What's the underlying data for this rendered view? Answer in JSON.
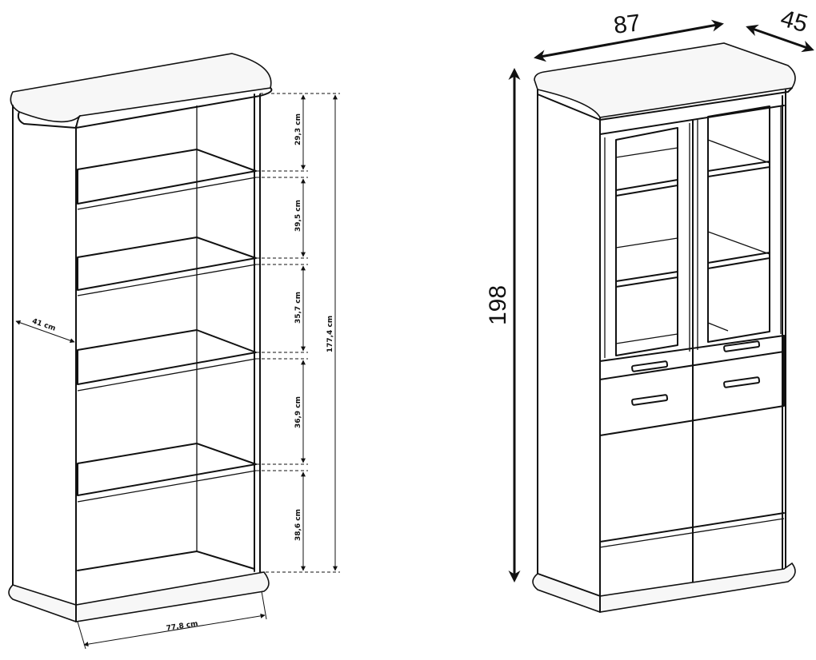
{
  "bookcase": {
    "shelf_gaps": [
      "29,3 cm",
      "39,5 cm",
      "35,7 cm",
      "36,9 cm",
      "38,6 cm"
    ],
    "total_height": "177,4 cm",
    "depth": "41 cm",
    "width": "77,8 cm"
  },
  "cabinet": {
    "width": "87",
    "depth": "45",
    "height": "198"
  }
}
